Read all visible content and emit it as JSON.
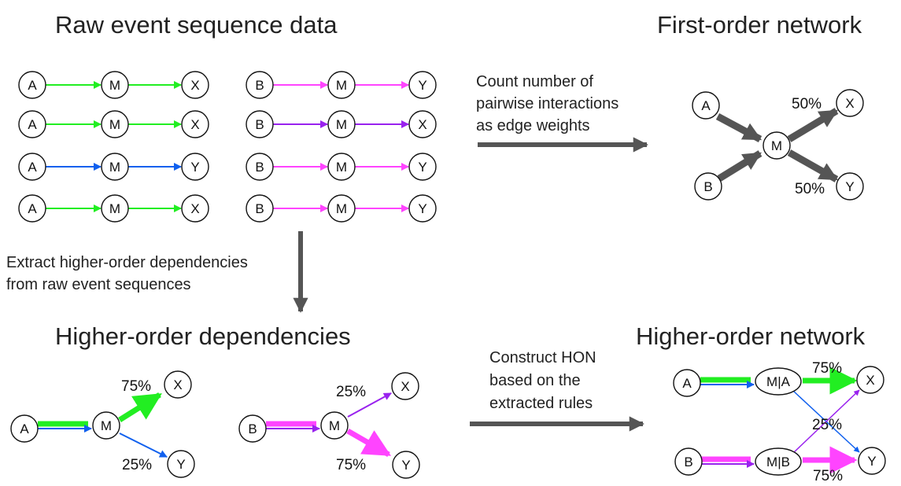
{
  "titles": {
    "raw": "Raw event sequence data",
    "first_order": "First-order network",
    "higher_deps": "Higher-order dependencies",
    "higher_net": "Higher-order network"
  },
  "descriptions": {
    "count": [
      "Count number of",
      "pairwise interactions",
      "as edge weights"
    ],
    "extract": [
      "Extract higher-order dependencies",
      "from raw event sequences"
    ],
    "construct": [
      "Construct HON",
      "based on the",
      "extracted rules"
    ]
  },
  "colors": {
    "green": "#22ee22",
    "blue": "#1060ee",
    "magenta": "#ff44ff",
    "purple": "#9922ee",
    "gray": "#555555"
  },
  "sequences": [
    {
      "nodes": [
        "A",
        "M",
        "X"
      ],
      "color": "green"
    },
    {
      "nodes": [
        "A",
        "M",
        "X"
      ],
      "color": "green"
    },
    {
      "nodes": [
        "A",
        "M",
        "Y"
      ],
      "color": "blue"
    },
    {
      "nodes": [
        "A",
        "M",
        "X"
      ],
      "color": "green"
    },
    {
      "nodes": [
        "B",
        "M",
        "Y"
      ],
      "color": "magenta"
    },
    {
      "nodes": [
        "B",
        "M",
        "X"
      ],
      "color": "purple"
    },
    {
      "nodes": [
        "B",
        "M",
        "Y"
      ],
      "color": "magenta"
    },
    {
      "nodes": [
        "B",
        "M",
        "Y"
      ],
      "color": "magenta"
    }
  ],
  "first_order": {
    "nodes": [
      "A",
      "B",
      "M",
      "X",
      "Y"
    ],
    "edges": [
      {
        "from": "A",
        "to": "M"
      },
      {
        "from": "B",
        "to": "M"
      },
      {
        "from": "M",
        "to": "X",
        "weight": "50%"
      },
      {
        "from": "M",
        "to": "Y",
        "weight": "50%"
      }
    ]
  },
  "higher_deps": {
    "rule_a": {
      "source": "A",
      "mid": "M",
      "to_x": "75%",
      "to_y": "25%",
      "targets": [
        "X",
        "Y"
      ]
    },
    "rule_b": {
      "source": "B",
      "mid": "M",
      "to_x": "25%",
      "to_y": "75%",
      "targets": [
        "X",
        "Y"
      ]
    }
  },
  "higher_net": {
    "nodes": [
      "A",
      "B",
      "M|A",
      "M|B",
      "X",
      "Y"
    ],
    "edges": [
      {
        "from": "M|A",
        "to": "X",
        "weight": "75%"
      },
      {
        "from": "M|A",
        "to": "Y",
        "weight": "25%"
      },
      {
        "from": "M|B",
        "to": "X",
        "weight": "25%"
      },
      {
        "from": "M|B",
        "to": "Y",
        "weight": "75%"
      }
    ]
  }
}
